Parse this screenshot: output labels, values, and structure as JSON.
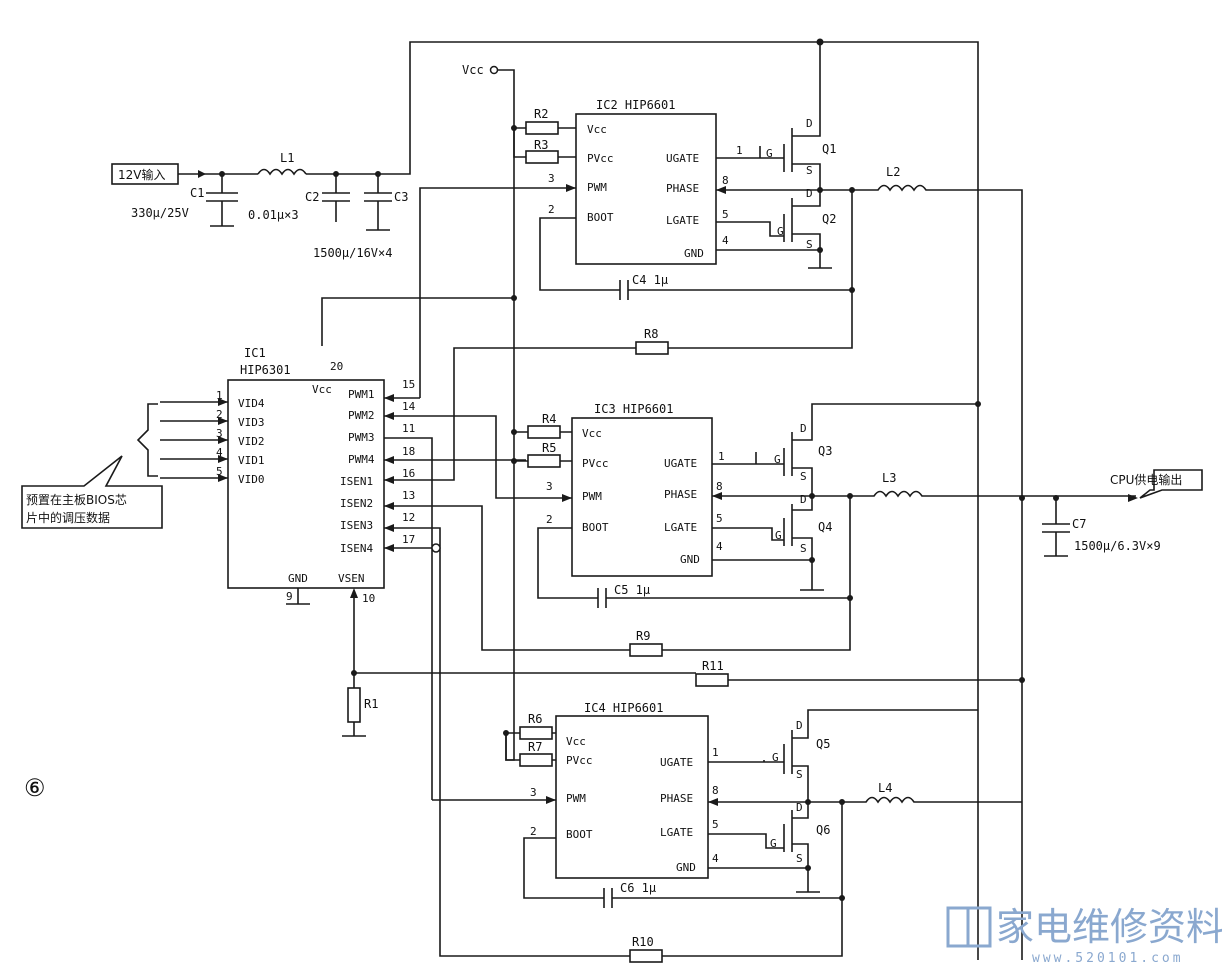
{
  "figure_number": "⑥",
  "input": {
    "label": "12V输入"
  },
  "output": {
    "label": "CPU供电输出"
  },
  "note": {
    "line1": "预置在主板BIOS芯",
    "line2": "片中的调压数据"
  },
  "vcc_label": "Vcc",
  "components": {
    "L1": "L1",
    "L2": "L2",
    "L3": "L3",
    "L4": "L4",
    "C1": "C1",
    "C1_value": "330μ/25V",
    "C2": "C2",
    "C2_value": "0.01μ×3",
    "C3": "C3",
    "C3_value": "1500μ/16V×4",
    "C4": "C4 1μ",
    "C5": "C5 1μ",
    "C6": "C6 1μ",
    "C7": "C7",
    "C7_value": "1500μ/6.3V×9",
    "R1": "R1",
    "R2": "R2",
    "R3": "R3",
    "R4": "R4",
    "R5": "R5",
    "R6": "R6",
    "R7": "R7",
    "R8": "R8",
    "R9": "R9",
    "R10": "R10",
    "R11": "R11",
    "Q1": "Q1",
    "Q2": "Q2",
    "Q3": "Q3",
    "Q4": "Q4",
    "Q5": "Q5",
    "Q6": "Q6"
  },
  "ic1": {
    "name": "IC1",
    "part": "HIP6301",
    "left_pins": [
      {
        "num": "1",
        "name": "VID4"
      },
      {
        "num": "2",
        "name": "VID3"
      },
      {
        "num": "3",
        "name": "VID2"
      },
      {
        "num": "4",
        "name": "VID1"
      },
      {
        "num": "5",
        "name": "VID0"
      }
    ],
    "right_pins": [
      {
        "num": "15",
        "name": "PWM1"
      },
      {
        "num": "14",
        "name": "PWM2"
      },
      {
        "num": "11",
        "name": "PWM3"
      },
      {
        "num": "18",
        "name": "PWM4"
      },
      {
        "num": "16",
        "name": "ISEN1"
      },
      {
        "num": "13",
        "name": "ISEN2"
      },
      {
        "num": "12",
        "name": "ISEN3"
      },
      {
        "num": "17",
        "name": "ISEN4"
      }
    ],
    "vcc_pin": {
      "num": "20",
      "name": "Vcc"
    },
    "gnd_pin": {
      "num": "9",
      "name": "GND"
    },
    "vsen_pin": {
      "num": "10",
      "name": "VSEN"
    }
  },
  "driver_ics": [
    {
      "name": "IC2 HIP6601",
      "r_vcc": "R2",
      "r_pvcc": "R3"
    },
    {
      "name": "IC3 HIP6601",
      "r_vcc": "R4",
      "r_pvcc": "R5"
    },
    {
      "name": "IC4 HIP6601",
      "r_vcc": "R6",
      "r_pvcc": "R7"
    }
  ],
  "driver_pins": {
    "vcc": "Vcc",
    "pvcc": "PVcc",
    "pwm": "PWM",
    "boot": "BOOT",
    "ugate": "UGATE",
    "phase": "PHASE",
    "lgate": "LGATE",
    "gnd": "GND",
    "pwm_num": "3",
    "boot_num": "2",
    "ugate_num": "1",
    "phase_num": "8",
    "lgate_num": "5",
    "gnd_num": "4"
  },
  "mosfet_pins": {
    "d": "D",
    "g": "G",
    "s": "S"
  },
  "watermark": {
    "text": "家电维修资料网",
    "url": "www.520101.com"
  }
}
